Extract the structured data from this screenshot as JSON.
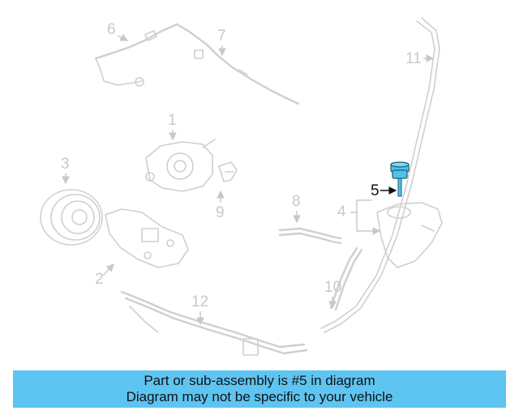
{
  "callouts": {
    "c1": "1",
    "c2": "2",
    "c3": "3",
    "c4": "4",
    "c5": "5",
    "c6": "6",
    "c7": "7",
    "c8": "8",
    "c9": "9",
    "c10": "10",
    "c11": "11",
    "c12": "12"
  },
  "highlighted_part": "5",
  "colors": {
    "highlight": "#4fc3e8",
    "banner": "#5ec4f2",
    "part_line": "#cfcfcf"
  },
  "banner": {
    "line1": "Part or sub-assembly is #5 in diagram",
    "line2": "Diagram may not be specific to your vehicle"
  }
}
